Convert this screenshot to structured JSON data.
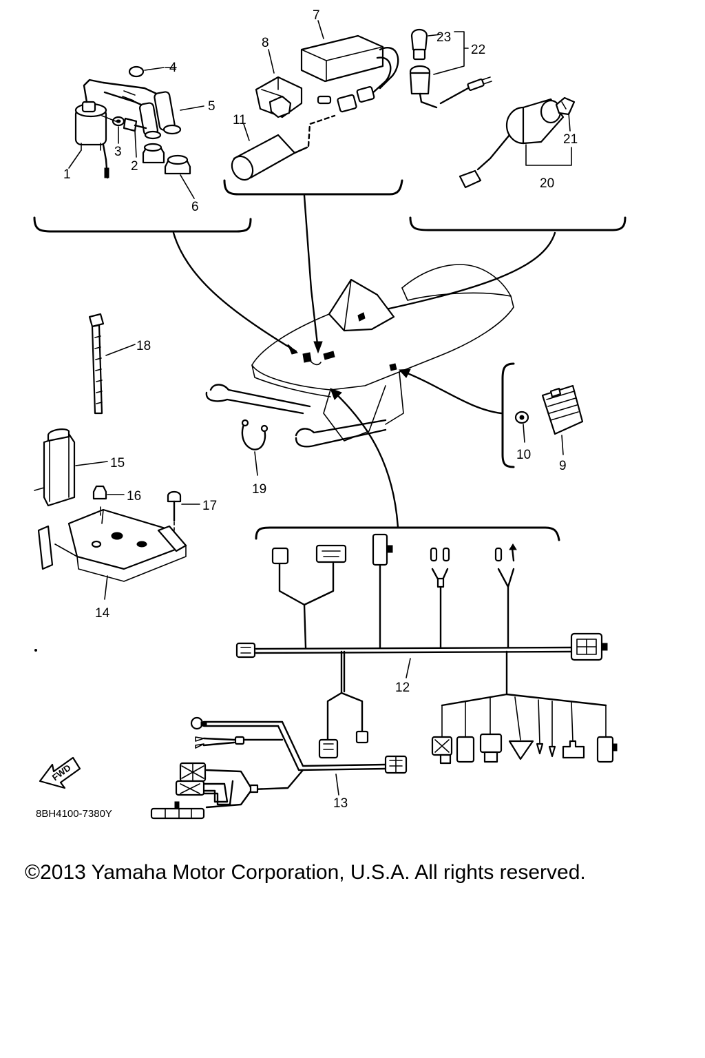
{
  "diagram": {
    "part_code": "8BH4100-7380Y",
    "copyright": "©2013 Yamaha Motor Corporation, U.S.A. All rights reserved.",
    "fwd_label": "FWD",
    "callouts": {
      "c1": "1",
      "c2": "2",
      "c3": "3",
      "c4": "4",
      "c5": "5",
      "c6": "6",
      "c7": "7",
      "c8": "8",
      "c9": "9",
      "c10": "10",
      "c11": "11",
      "c12": "12",
      "c13": "13",
      "c14": "14",
      "c15": "15",
      "c16": "16",
      "c17": "17",
      "c18": "18",
      "c19": "19",
      "c20": "20",
      "c21": "21",
      "c22": "22",
      "c23": "23"
    }
  }
}
